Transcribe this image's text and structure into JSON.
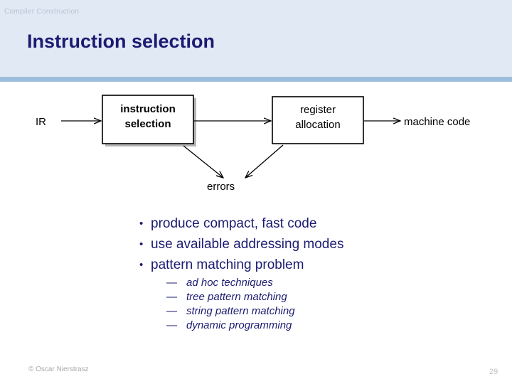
{
  "header": {
    "kicker": "Compiler Construction",
    "title": "Instruction selection",
    "band_color": "#e1e9f4",
    "rule_color": "#9dbedc",
    "title_color": "#1b1b72",
    "kicker_color": "#b9c4d4"
  },
  "diagram": {
    "input_label": "IR",
    "box1_line1": "instruction",
    "box1_line2": "selection",
    "box2_line1": "register",
    "box2_line2": "allocation",
    "output_label": "machine code",
    "errors_label": "errors"
  },
  "bullets": [
    {
      "mark": "•",
      "text": "produce compact, fast code"
    },
    {
      "mark": "•",
      "text": "use available addressing modes"
    },
    {
      "mark": "•",
      "text": "pattern matching problem"
    }
  ],
  "sub_bullets": [
    {
      "mark": "—",
      "text": "ad hoc techniques"
    },
    {
      "mark": "—",
      "text": "tree pattern matching"
    },
    {
      "mark": "—",
      "text": "string pattern matching"
    },
    {
      "mark": "—",
      "text": "dynamic programming"
    }
  ],
  "footer": {
    "copyright": "© Oscar Nierstrasz",
    "page_number": "29"
  }
}
